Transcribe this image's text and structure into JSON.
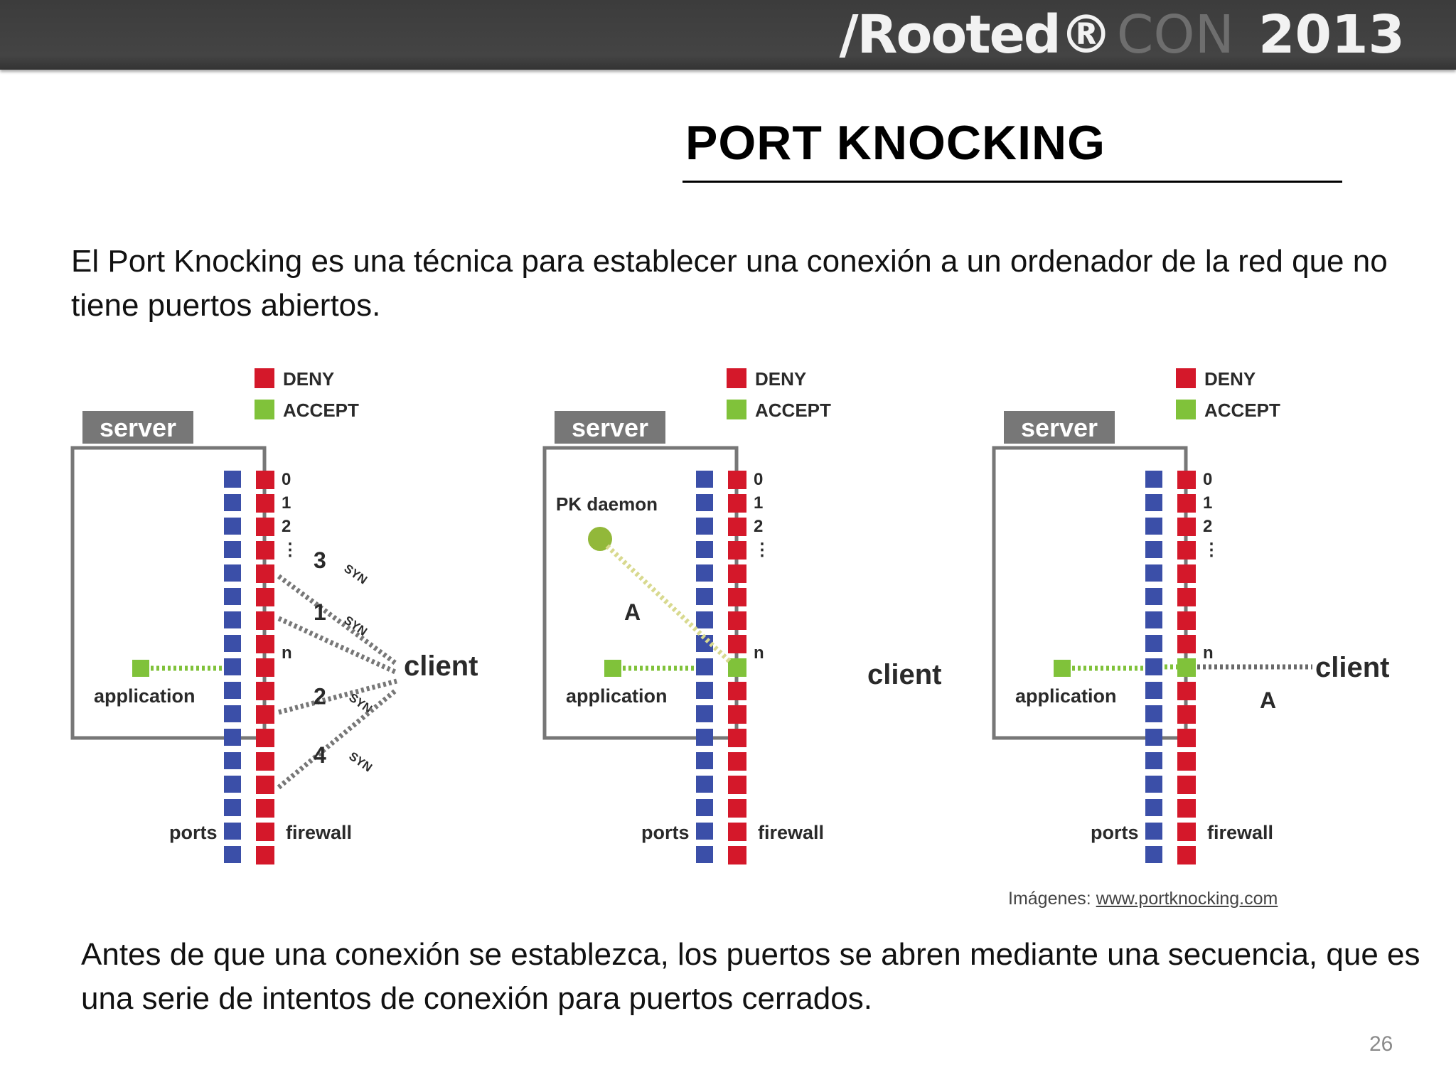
{
  "header": {
    "logo_rooted": "/Rooted®",
    "logo_con": "CON",
    "logo_year": "2013",
    "background_color": "#3f3f3f"
  },
  "slide": {
    "title": "PORT KNOCKING",
    "intro": "El Port Knocking es una técnica para establecer una conexión a un ordenador de la red que no tiene puertos abiertos.",
    "closing": "Antes de que una conexión se establezca, los puertos se abren mediante una secuencia, que es una serie de intentos de conexión para puertos cerrados.",
    "credit_label": "Imágenes:",
    "credit_link": "www.portknocking.com",
    "page_number": "26"
  },
  "figure": {
    "colors": {
      "deny": "#d4182a",
      "accept": "#80c23a",
      "port": "#3b4fa8",
      "frame": "#777777"
    },
    "legend": {
      "deny": "DENY",
      "accept": "ACCEPT"
    },
    "labels": {
      "server": "server",
      "application": "application",
      "ports": "ports",
      "firewall": "firewall",
      "client": "client",
      "pk_daemon": "PK daemon",
      "port_numbers": [
        "0",
        "1",
        "2",
        "⋮"
      ],
      "port_n": "n",
      "path_a": "A",
      "syn": "SYN"
    },
    "panel1_knocks": [
      "3",
      "1",
      "2",
      "4"
    ]
  }
}
